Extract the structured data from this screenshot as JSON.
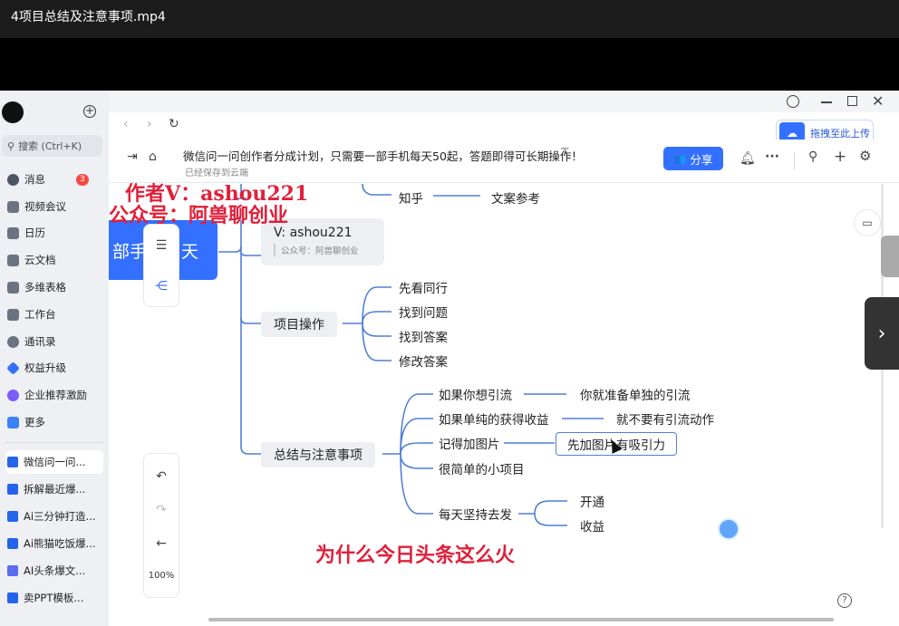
{
  "video": {
    "title": "4项目总结及注意事项.mp4"
  },
  "sidebar": {
    "search_placeholder": "搜索 (Ctrl+K)",
    "nav": [
      {
        "label": "消息",
        "badge": "3"
      },
      {
        "label": "视频会议"
      },
      {
        "label": "日历"
      },
      {
        "label": "云文档"
      },
      {
        "label": "多维表格"
      },
      {
        "label": "工作台"
      },
      {
        "label": "通讯录"
      },
      {
        "label": "权益升级"
      },
      {
        "label": "企业推荐激励"
      },
      {
        "label": "更多"
      }
    ],
    "docs": [
      "微信问一问...",
      "拆解最近爆...",
      "Ai三分钟打造...",
      "Ai熊猫吃饭爆...",
      "AI头条爆文...",
      "卖PPT模板..."
    ]
  },
  "doc": {
    "title": "微信问一问创作者分成计划，只需要一部手机每天50起，答题即得可长期操作！",
    "saved_status": "已经保存到云端",
    "share_label": "分享",
    "upload_label": "拖拽至此上传"
  },
  "watermark": {
    "line1": "作者V：ashou221",
    "line2": "公众号：阿兽聊创业",
    "bottom": "为什么今日头条这么火"
  },
  "mindmap": {
    "root_label": "部手",
    "root_label_tail": "天",
    "top": {
      "left": "知乎",
      "right": "文案参考"
    },
    "contact": {
      "title": "V: ashou221",
      "sub": "公众号：阿兽聊创业"
    },
    "ops": {
      "label": "项目操作",
      "children": [
        "先看同行",
        "找到问题",
        "找到答案",
        "修改答案"
      ]
    },
    "summary": {
      "label": "总结与注意事项",
      "rows": [
        {
          "left": "如果你想引流",
          "right": "你就准备单独的引流"
        },
        {
          "left": "如果单纯的获得收益",
          "right": "就不要有引流动作"
        },
        {
          "left": "记得加图片",
          "right": "先加图片有吸引力"
        },
        {
          "left": "很简单的小项目",
          "right": ""
        },
        {
          "left": "每天坚持去发",
          "right": ""
        }
      ],
      "persist_children": [
        "开通",
        "收益"
      ]
    }
  },
  "zoom": "100%",
  "colors": {
    "accent": "#3370ff",
    "line": "#4f7fd8",
    "watermark": "#e0203a"
  }
}
